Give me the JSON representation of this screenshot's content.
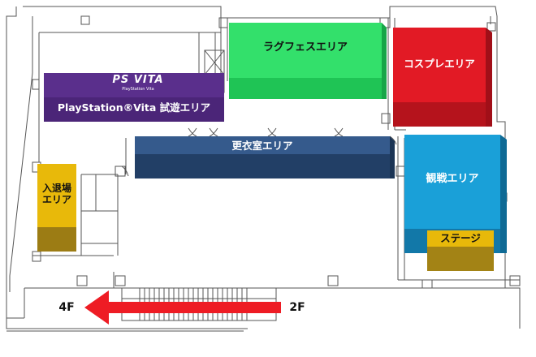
{
  "areas": {
    "psvita_logo": "PS VITA",
    "psvita_logo_sub": "PlayStation Vita",
    "psvita": "PlayStation®Vita 試遊エリア",
    "lag_fes": "ラグフェスエリア",
    "cosplay": "コスプレエリア",
    "changing_room": "更衣室エリア",
    "entrance": "入退場\nエリア",
    "spectating": "観戦エリア",
    "stage": "ステージ"
  },
  "floors": {
    "to_floor": "4F",
    "from_floor": "2F"
  },
  "colors": {
    "lag_fes": "#33e06b",
    "cosplay": "#e21a25",
    "psvita": "#5a2f8c",
    "changing_room": "#2f5282",
    "entrance": "#e8b90a",
    "spectating": "#1aa0d8",
    "stage": "#e8b90a",
    "arrow": "#ee1c24"
  }
}
